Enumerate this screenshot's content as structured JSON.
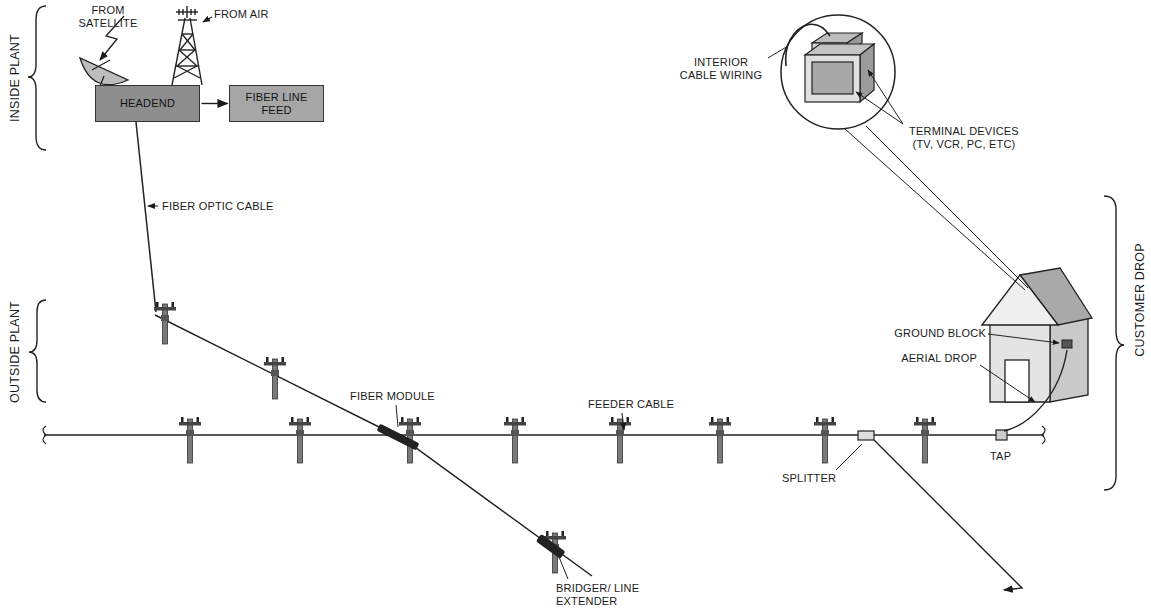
{
  "diagram": {
    "nodes": [
      {
        "text": [
          "HEADEND"
        ]
      },
      {
        "text": [
          "FIBER LINE FEED"
        ]
      }
    ],
    "edges": [
      {
        "from": 0,
        "to": 1,
        "arrow": "to"
      }
    ],
    "labels": [
      "INSIDE PLANT",
      "FROM SATELLITE",
      "FROM AIR",
      "FIBER OPTIC CABLE",
      "OUTSIDE PLANT",
      "FIBER MODULE",
      "FEEDER CABLE",
      "BRIDGER/ LINE EXTENDER",
      "SPLITTER",
      "TAP",
      "AERIAL DROP",
      "GROUND BLOCK",
      "INTERIOR CABLE WIRING",
      "TERMINAL DEVICES (TV, VCR, PC, ETC)",
      "CUSTOMER DROP"
    ]
  }
}
